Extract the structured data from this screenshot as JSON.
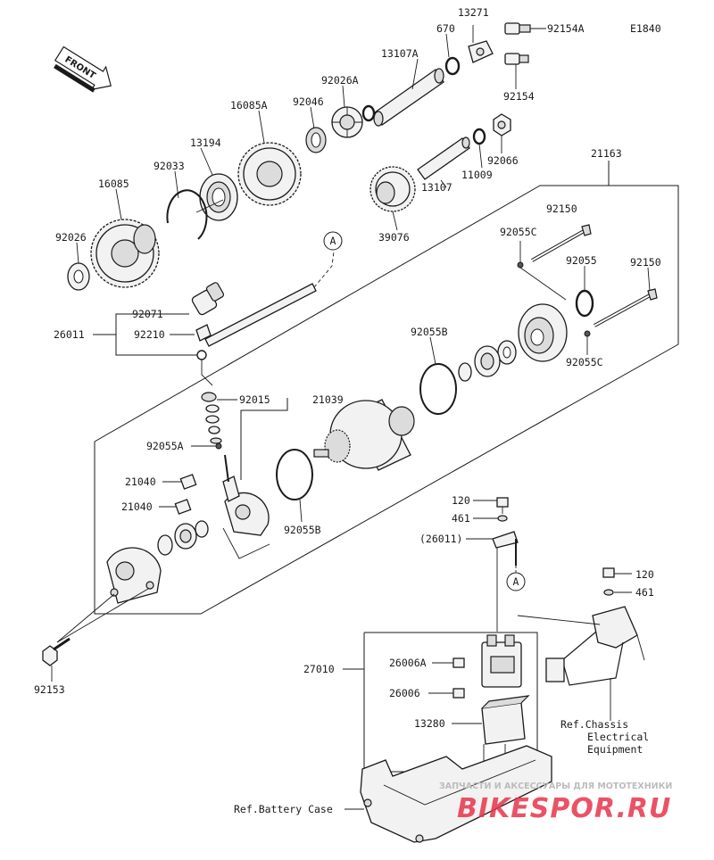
{
  "diagram_code": "E1840",
  "front_badge": "FRONT",
  "callout_letter": "A",
  "labels": {
    "p13271": "13271",
    "p92154A": "92154A",
    "p670": "670",
    "p13107A": "13107A",
    "p92026A": "92026A",
    "p92154": "92154",
    "p16085A": "16085A",
    "p92046": "92046",
    "p13194": "13194",
    "p92033": "92033",
    "p16085": "16085",
    "p92026": "92026",
    "p92066": "92066",
    "p11009": "11009",
    "p13107": "13107",
    "p39076": "39076",
    "p21163": "21163",
    "p92150a": "92150",
    "p92055C_a": "92055C",
    "p92055": "92055",
    "p92150b": "92150",
    "p92055C_b": "92055C",
    "p92071": "92071",
    "p26011": "26011",
    "p92210": "92210",
    "p92055B_a": "92055B",
    "p92015": "92015",
    "p21039": "21039",
    "p92055A": "92055A",
    "p21040a": "21040",
    "p21040b": "21040",
    "p92055B_b": "92055B",
    "p92153": "92153",
    "p120a": "120",
    "p461a": "461",
    "p26011ref": "(26011)",
    "p120b": "120",
    "p461b": "461",
    "p27010": "27010",
    "p26006A": "26006A",
    "p26006": "26006",
    "p13280": "13280",
    "ref_chassis_1": "Ref.Chassis",
    "ref_chassis_2": "Electrical",
    "ref_chassis_3": "Equipment",
    "ref_battery": "Ref.Battery Case"
  },
  "watermark": {
    "tagline": "ЗАПЧАСТИ И АКСЕССУАРЫ ДЛЯ МОТОТЕХНИКИ",
    "logo": "BIKESPOR.RU"
  },
  "colors": {
    "line": "#1a1a1a",
    "watermark_red": "#e8344a",
    "watermark_grey": "#bcbcbc"
  }
}
